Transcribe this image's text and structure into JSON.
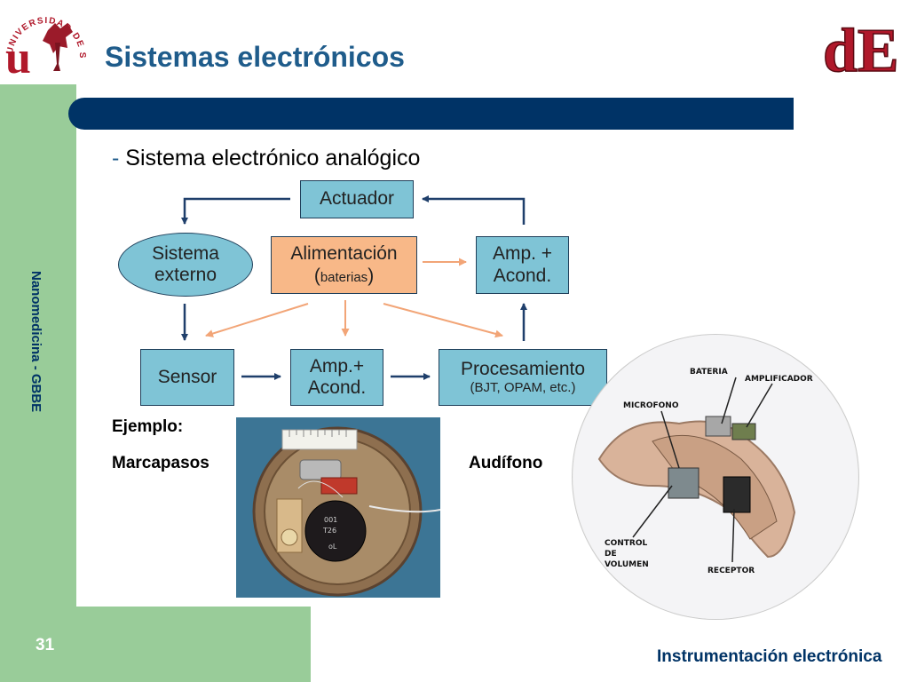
{
  "header": {
    "title": "Sistemas electrónicos",
    "university_logo_text": "UNIVERSIDAD DE SEVILLA",
    "department_logo_text": "dE"
  },
  "sidebar": {
    "vertical_label": "Nanomedicina - GBBE"
  },
  "subtitle": {
    "dash": "-",
    "text": "Sistema electrónico analógico"
  },
  "diagram": {
    "actuador": "Actuador",
    "sistema_externo": [
      "Sistema",
      "externo"
    ],
    "alimentacion": {
      "main": "Alimentación",
      "paren_open": "(",
      "small": "baterias",
      "paren_close": ")"
    },
    "amp_acond_top": [
      "Amp. +",
      "Acond."
    ],
    "sensor": "Sensor",
    "amp_acond_mid": [
      "Amp.+",
      "Acond."
    ],
    "procesamiento": {
      "main": "Procesamiento",
      "sub": "(BJT, OPAM, etc.)"
    }
  },
  "examples": {
    "heading": "Ejemplo:",
    "marcapasos": "Marcapasos",
    "audifono": "Audífono",
    "hearing_aid_labels": {
      "bateria": "BATERIA",
      "amplificador": "AMPLIFICADOR",
      "microfono": "MICROFONO",
      "control_volumen": [
        "CONTROL",
        "DE",
        "VOLUMEN"
      ],
      "receptor": "RECEPTOR"
    },
    "pacemaker_labels": [
      "001",
      "T26",
      "oL"
    ]
  },
  "footer": {
    "page_number": "31",
    "course": "Instrumentación electrónica"
  },
  "colors": {
    "title": "#1F5C8B",
    "bar": "#003366",
    "green": "#99CC99",
    "box_blue": "#7FC4D6",
    "box_orange": "#F8B888",
    "arrow_dark": "#1F3F6B",
    "arrow_orange": "#F2A577",
    "logo_red": "#B0182A"
  }
}
